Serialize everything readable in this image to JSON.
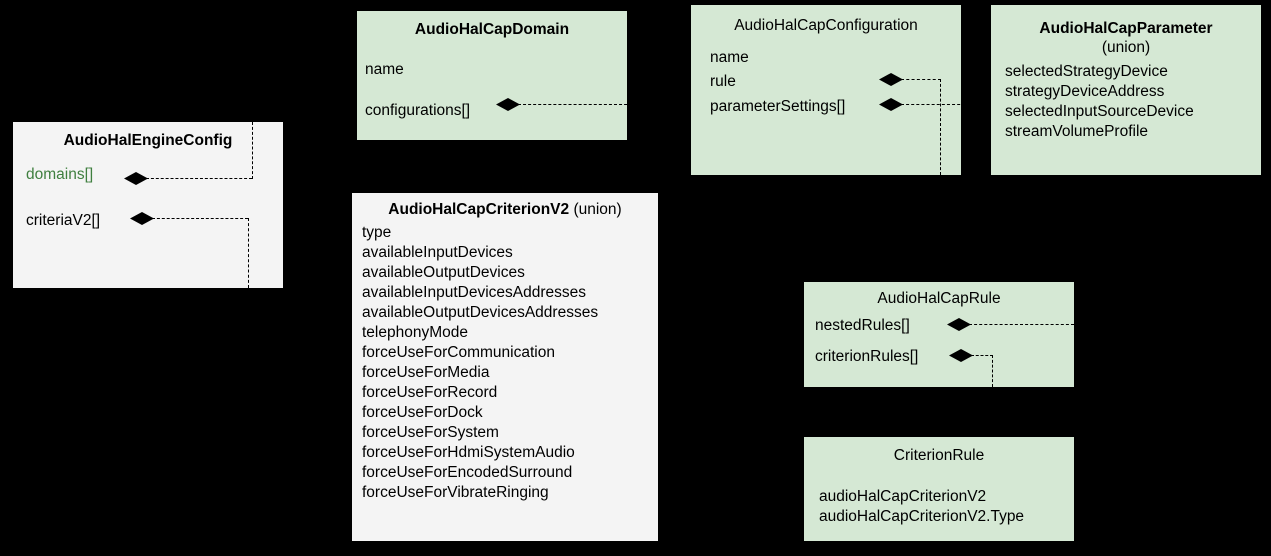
{
  "diagram": {
    "background_color": "#000000",
    "green_fill": "#d5e8d4",
    "gray_fill": "#f4f4f4",
    "accent_text_color": "#3f7f3f"
  },
  "boxes": {
    "engine_config": {
      "title": "AudioHalEngineConfig",
      "fields": [
        {
          "label": "domains[]"
        },
        {
          "label": "criteriaV2[]"
        }
      ]
    },
    "cap_domain": {
      "title": "AudioHalCapDomain",
      "fields": [
        {
          "label": "name"
        },
        {
          "label": "configurations[]"
        }
      ]
    },
    "cap_configuration": {
      "title": "AudioHalCapConfiguration",
      "fields": [
        {
          "label": "name"
        },
        {
          "label": "rule"
        },
        {
          "label": "parameterSettings[]"
        }
      ]
    },
    "cap_parameter": {
      "title": "AudioHalCapParameter",
      "subtitle": "(union)",
      "fields": [
        "selectedStrategyDevice",
        "strategyDeviceAddress",
        "selectedInputSourceDevice",
        "streamVolumeProfile"
      ]
    },
    "cap_criterion_v2": {
      "title": "AudioHalCapCriterionV2",
      "title_suffix": "(union)",
      "fields": [
        "type",
        "availableInputDevices",
        "availableOutputDevices",
        "availableInputDevicesAddresses",
        "availableOutputDevicesAddresses",
        "telephonyMode",
        "forceUseForCommunication",
        "forceUseForMedia",
        "forceUseForRecord",
        "forceUseForDock",
        "forceUseForSystem",
        "forceUseForHdmiSystemAudio",
        "forceUseForEncodedSurround",
        "forceUseForVibrateRinging"
      ]
    },
    "cap_rule": {
      "title": "AudioHalCapRule",
      "fields": [
        {
          "label": "nestedRules[]"
        },
        {
          "label": "criterionRules[]"
        }
      ]
    },
    "criterion_rule": {
      "title": "CriterionRule",
      "fields": [
        "audioHalCapCriterionV2",
        "audioHalCapCriterionV2.Type"
      ]
    }
  }
}
